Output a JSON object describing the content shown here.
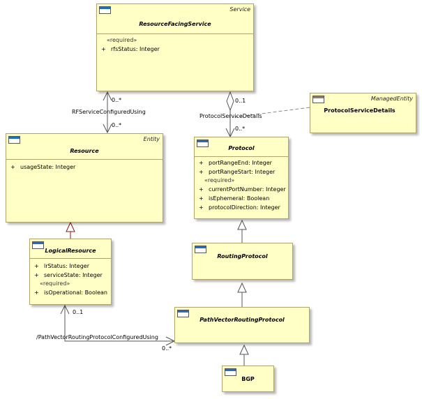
{
  "classes": {
    "rfs": {
      "name": "ResourceFacingService",
      "stereotype": "Service",
      "group": "«required»",
      "attrs": [
        {
          "vis": "+",
          "text": "rfsStatus: Integer"
        }
      ]
    },
    "resource": {
      "name": "Resource",
      "stereotype": "Entity",
      "attrs": [
        {
          "vis": "+",
          "text": "usageState: Integer"
        }
      ]
    },
    "logical": {
      "name": "LogicalResource",
      "group": "«required»",
      "attrs": [
        {
          "vis": "+",
          "text": "lrStatus: Integer"
        },
        {
          "vis": "+",
          "text": "serviceState: Integer"
        }
      ],
      "req_attrs": [
        {
          "vis": "+",
          "text": "isOperational: Boolean"
        }
      ]
    },
    "protocol": {
      "name": "Protocol",
      "group": "«required»",
      "attrs": [
        {
          "vis": "+",
          "text": "portRangeEnd: Integer"
        },
        {
          "vis": "+",
          "text": "portRangeStart: Integer"
        }
      ],
      "req_attrs": [
        {
          "vis": "+",
          "text": "currentPortNumber: Integer"
        },
        {
          "vis": "+",
          "text": "isEphemeral: Boolean"
        },
        {
          "vis": "+",
          "text": "protocolDirection: Integer"
        }
      ]
    },
    "psd": {
      "name": "ProtocolServiceDetails",
      "stereotype": "ManagedEntity"
    },
    "routing": {
      "name": "RoutingProtocol"
    },
    "pathvector": {
      "name": "PathVectorRoutingProtocol"
    },
    "bgp": {
      "name": "BGP"
    }
  },
  "associations": {
    "rf_configured": {
      "label": "RFServiceConfiguredUsing",
      "mult_top": "0..*",
      "mult_bottom": "0..*"
    },
    "protocol_details": {
      "label": "ProtocolServiceDetails",
      "mult_top": "0..1",
      "mult_bottom": "0..*"
    },
    "pv_configured": {
      "label": "/PathVectorRoutingProtocolConfiguredUsing",
      "mult_source": "0..1",
      "mult_target": "0..*"
    }
  },
  "colors": {
    "class_fill": "#ffffc6",
    "class_border": "#b0a36a",
    "icon_bar": "#1f6fc0",
    "realization_arrow": "#8b1a1a"
  }
}
